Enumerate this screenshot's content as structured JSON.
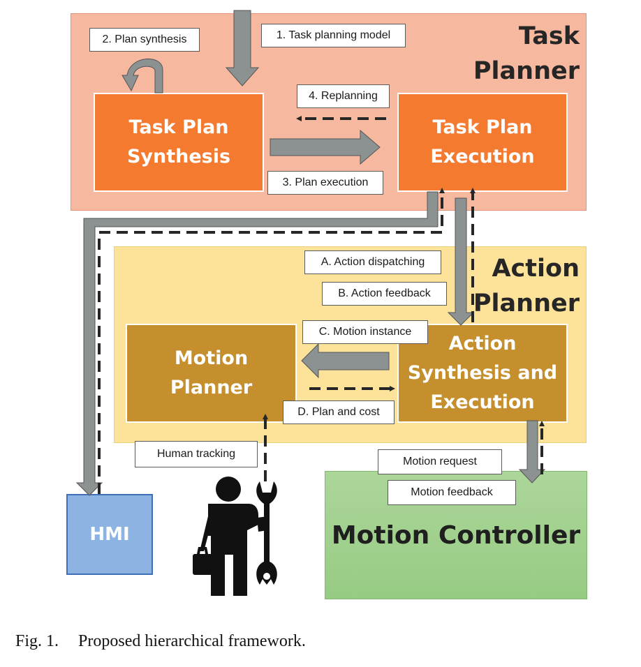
{
  "regions": {
    "task_planner": "Task Planner",
    "action_planner": "Action Planner"
  },
  "boxes": {
    "task_plan_synthesis": "Task Plan Synthesis",
    "task_plan_execution": "Task Plan Execution",
    "motion_planner": "Motion Planner",
    "action_synthesis_execution": "Action Synthesis and Execution",
    "hmi": "HMI",
    "motion_controller": "Motion Controller"
  },
  "labels": {
    "task_planning_model": "1. Task planning model",
    "plan_synthesis": "2. Plan synthesis",
    "plan_execution": "3. Plan execution",
    "replanning": "4. Replanning",
    "action_dispatching": "A. Action dispatching",
    "action_feedback": "B. Action feedback",
    "motion_instance": "C. Motion instance",
    "plan_and_cost": "D. Plan and cost",
    "human_tracking": "Human tracking",
    "motion_request": "Motion request",
    "motion_feedback": "Motion feedback"
  },
  "icons": {
    "human": "worker-with-wrench-icon"
  },
  "colors": {
    "task_region": "#f7b8a0",
    "action_region": "#fde39a",
    "orange_box": "#f47a30",
    "brown_box": "#c48f2c",
    "hmi": "#8db3e2",
    "motion_controller": "#97cb83",
    "arrow_fill": "#8c9191"
  },
  "caption": {
    "fig": "Fig. 1.",
    "text": "Proposed hierarchical framework."
  }
}
